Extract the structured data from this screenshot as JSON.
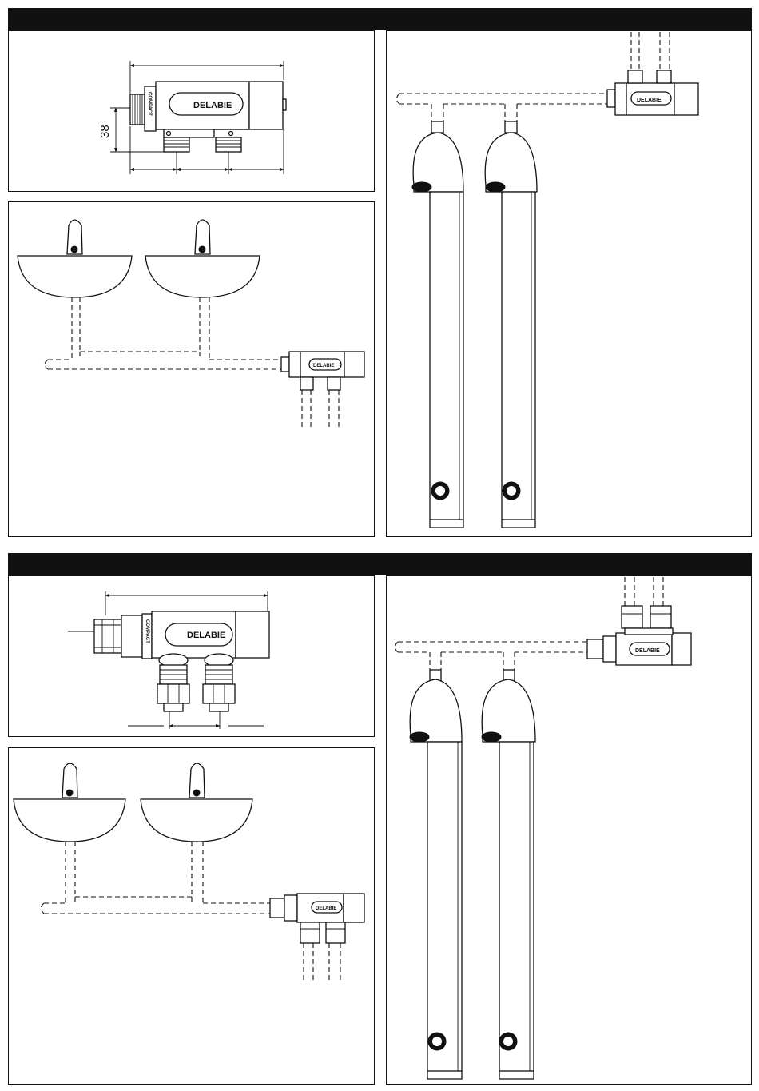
{
  "brand": "DELABIE",
  "side_label": "COMPACT",
  "dimensions": {
    "height_value": "38"
  },
  "colors": {
    "ink": "#111111",
    "paper": "#ffffff"
  }
}
